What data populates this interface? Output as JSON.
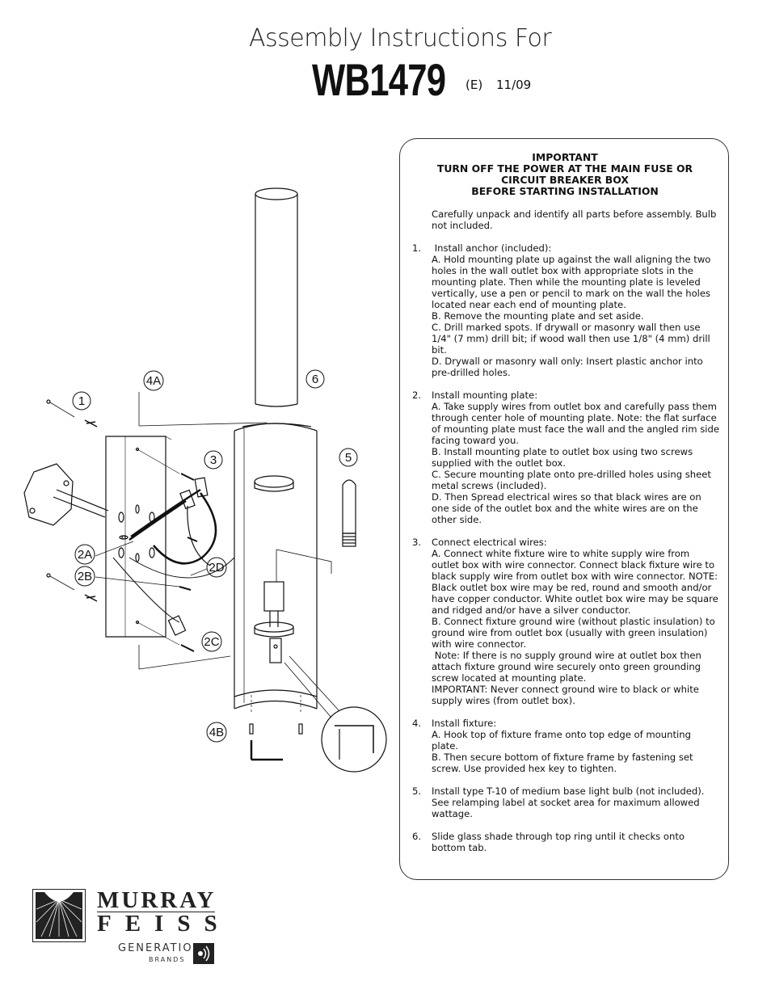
{
  "header": {
    "title": "Assembly Instructions For",
    "model": "WB1479",
    "revision": "(E)",
    "date": "11/09"
  },
  "important": {
    "line1": "IMPORTANT",
    "line2": "TURN OFF THE POWER AT THE MAIN FUSE OR",
    "line3": "CIRCUIT BREAKER BOX",
    "line4": "BEFORE STARTING INSTALLATION"
  },
  "intro": "Carefully unpack and identify all parts before assembly.  Bulb not included.",
  "steps": [
    {
      "num": "1.",
      "title": " Install anchor (included):",
      "items": [
        "A. Hold mounting plate up against the wall aligning the two holes in the wall outlet box with appropriate slots in the mounting plate. Then while the mounting plate is leveled vertically, use a pen or pencil to mark on the wall the holes located near each end of mounting plate.",
        "B. Remove the mounting plate and set aside.",
        "C. Drill marked spots. If drywall or masonry wall then use 1/4\" (7 mm) drill bit; if wood wall then use 1/8\" (4 mm) drill bit.",
        "D. Drywall or masonry wall only: Insert plastic anchor into pre-drilled holes."
      ]
    },
    {
      "num": "2.",
      "title": "Install mounting plate:",
      "items": [
        "A. Take supply wires from outlet box and carefully pass them through center hole of mounting plate. Note: the flat surface of mounting plate must face the wall and the angled rim side facing toward you.",
        "B. Install mounting plate to outlet box using two screws supplied with the outlet box.",
        "C. Secure mounting plate onto pre-drilled holes using sheet metal screws (included).",
        "D. Then Spread electrical wires so that black wires are on one side of the outlet box and the white wires are on the other side."
      ]
    },
    {
      "num": "3.",
      "title": "Connect electrical wires:",
      "items": [
        "A. Connect white fixture wire to white supply wire from outlet box with wire connector. Connect black fixture wire to black supply wire from outlet box with wire connector. NOTE: Black outlet box wire may be red, round and smooth and/or have copper conductor. White outlet box wire may be square and ridged and/or have a silver conductor.",
        "B. Connect fixture ground wire (without plastic insulation) to ground wire from outlet box (usually with green insulation) with wire connector.",
        " Note: If there is no supply ground wire at outlet box then attach fixture ground wire securely onto green grounding screw located at mounting plate.",
        "IMPORTANT: Never connect ground wire to black or white supply wires (from outlet box)."
      ]
    },
    {
      "num": "4.",
      "title": "Install fixture:",
      "items": [
        "A. Hook top of fixture frame onto top edge of mounting plate.",
        "B. Then secure bottom of fixture frame by fastening set screw. Use provided hex key to tighten."
      ]
    },
    {
      "num": "5.",
      "title": "Install type T-10 of medium base light bulb (not included). See relamping label at socket area for maximum allowed wattage.",
      "items": []
    },
    {
      "num": "6.",
      "title": "Slide glass shade through top ring until it checks onto bottom tab.",
      "items": []
    }
  ],
  "callouts": {
    "c1": "1",
    "c2A": "2A",
    "c2B": "2B",
    "c2C": "2C",
    "c2D": "2D",
    "c3": "3",
    "c4A": "4A",
    "c4B": "4B",
    "c5": "5",
    "c6": "6"
  },
  "brand": {
    "line1": "MURRAY",
    "line2": "FEISS",
    "sub1": "GENERATION",
    "sub2": "BRANDS"
  }
}
